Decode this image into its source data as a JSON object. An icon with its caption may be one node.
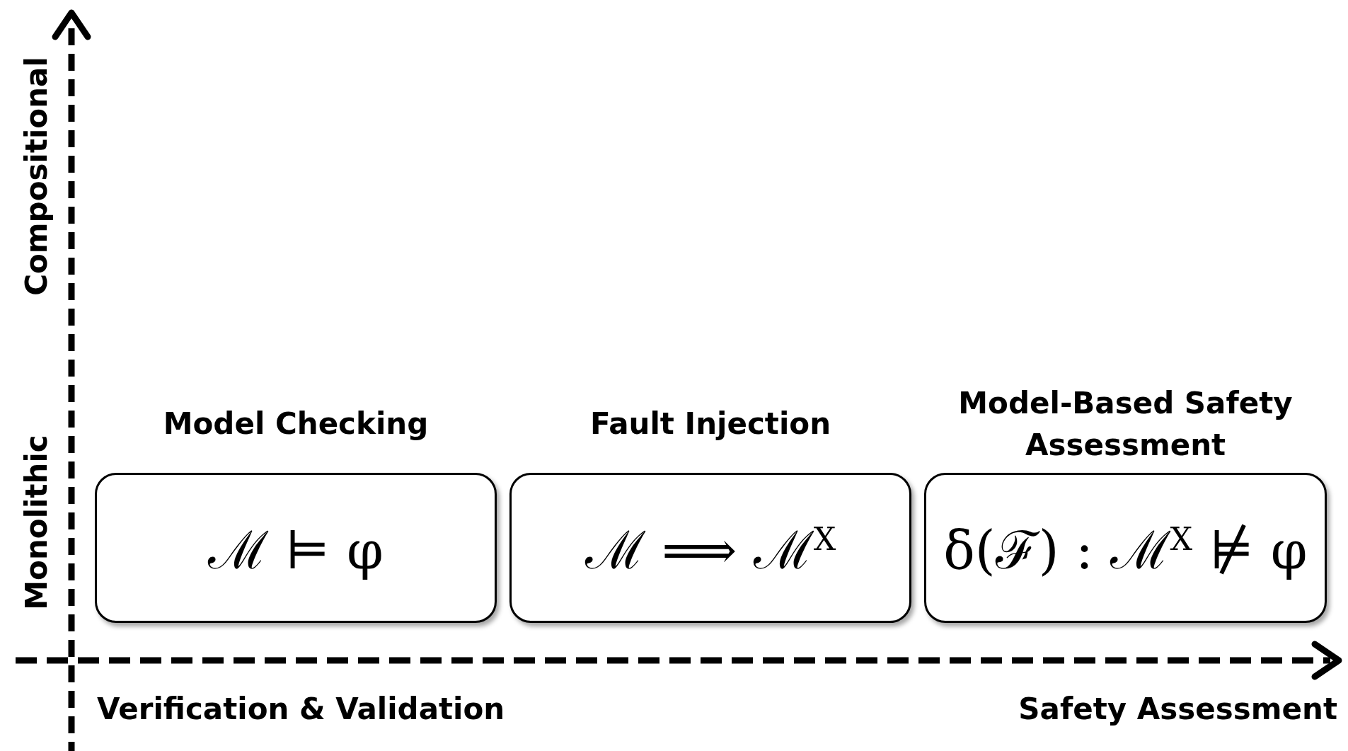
{
  "diagram": {
    "nodes": [
      {
        "text": [
          "Model Checking",
          "ℳ ⊨ φ"
        ]
      },
      {
        "text": [
          "Fault Injection",
          "ℳ ⟹ ℳ$^{X}$"
        ]
      },
      {
        "text": [
          "Model-Based Safety Assessment",
          "δ(ℱ) : ℳ$^{X}$ ⊭ φ"
        ]
      }
    ],
    "labels": [
      "Compositional",
      "Monolithic",
      "Verification & Validation",
      "Safety Assessment"
    ]
  }
}
